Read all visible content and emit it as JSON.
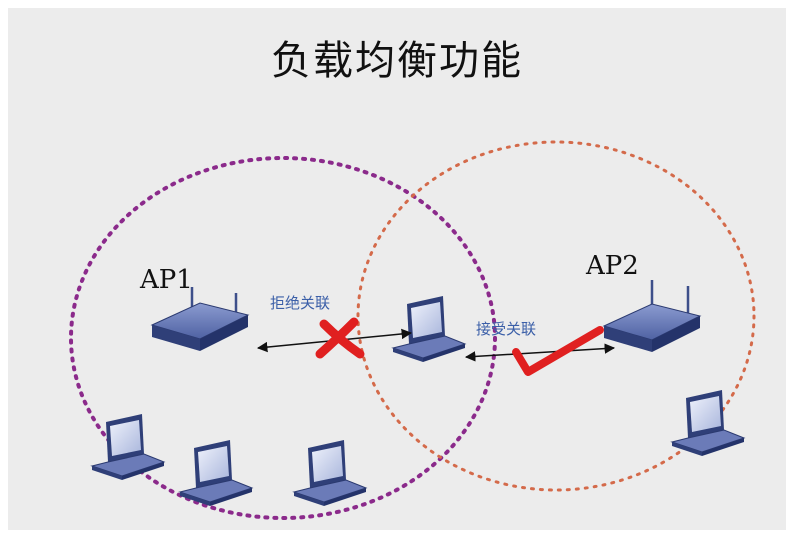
{
  "title": "负载均衡功能",
  "ap1": {
    "label": "AP1"
  },
  "ap2": {
    "label": "AP2"
  },
  "links": {
    "reject": "拒绝关联",
    "accept": "接受关联"
  },
  "colors": {
    "ap1_range": "#8b2a8b",
    "ap2_range": "#d46a4a",
    "reject_mark": "#e02020",
    "accept_mark": "#e02020",
    "device": "#3d4f8a",
    "label_text": "#3b5fa8"
  },
  "icons": [
    "router-icon",
    "laptop-icon",
    "cross-mark-icon",
    "check-mark-icon",
    "double-arrow-icon"
  ]
}
